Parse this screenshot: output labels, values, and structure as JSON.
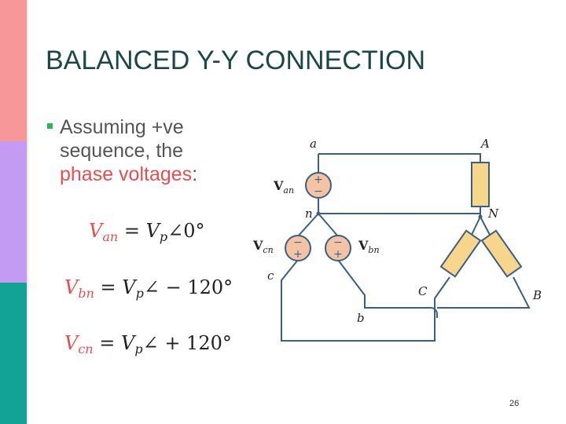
{
  "slide": {
    "title": "BALANCED Y-Y CONNECTION",
    "bullet": {
      "text": "Assuming +ve sequence, the",
      "highlight": "phase voltages",
      "suffix": ":"
    },
    "equations": [
      {
        "lhs": "V",
        "lhs_sub": "an",
        "rhs_v": "V",
        "rhs_sub": "p",
        "angle": "∠0°"
      },
      {
        "lhs": "V",
        "lhs_sub": "bn",
        "rhs_v": "V",
        "rhs_sub": "p",
        "angle": "∠ − 120°"
      },
      {
        "lhs": "V",
        "lhs_sub": "cn",
        "rhs_v": "V",
        "rhs_sub": "p",
        "angle": "∠ + 120°"
      }
    ],
    "page_number": "26"
  },
  "circuit": {
    "node_labels": {
      "a": "a",
      "A": "A",
      "n": "n",
      "N": "N",
      "b": "b",
      "c": "c",
      "B": "B",
      "C": "C"
    },
    "source_labels": {
      "van": {
        "main": "V",
        "sub": "an"
      },
      "vbn": {
        "main": "V",
        "sub": "bn"
      },
      "vcn": {
        "main": "V",
        "sub": "cn"
      }
    }
  },
  "colors": {
    "title": "#1b4749",
    "body_text": "#555555",
    "highlight": "#e2504f",
    "bullet": "#2fb35a",
    "stripe_top": "#f7979a",
    "stripe_mid": "#c49bf2",
    "stripe_bottom": "#12a396",
    "source_fill": "#f4c3a3",
    "load_fill": "#f7d58a"
  }
}
